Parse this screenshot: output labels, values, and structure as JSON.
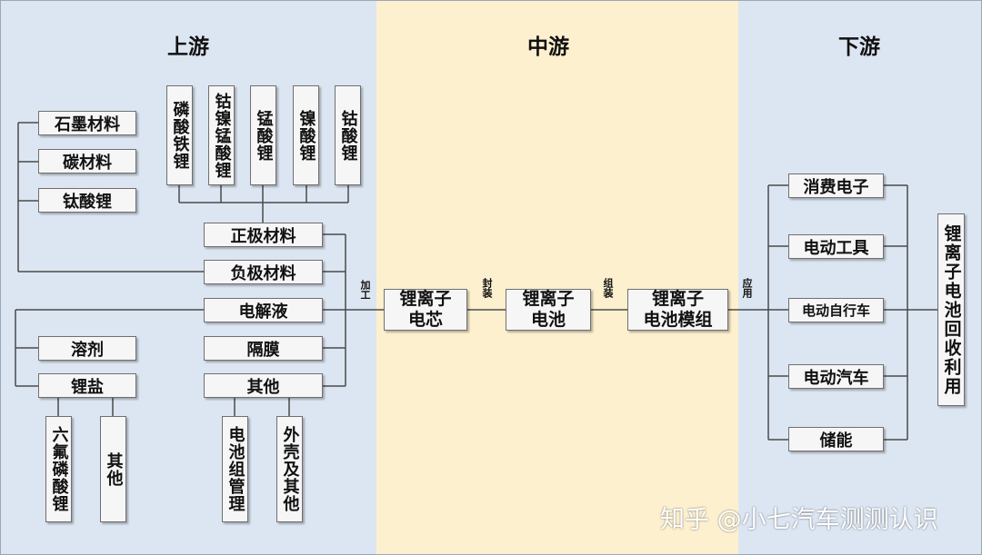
{
  "sections": {
    "upstream": "上游",
    "midstream": "中游",
    "downstream": "下游"
  },
  "upstream": {
    "cathode_subs": [
      "磷酸铁锂",
      "钴镍锰酸锂",
      "锰酸锂",
      "镍酸锂",
      "钴酸锂"
    ],
    "anode_subs": [
      "石墨材料",
      "碳材料",
      "钛酸锂"
    ],
    "electrolyte_subs": {
      "solvent": "溶剂",
      "lithium_salt": "锂盐"
    },
    "salt_subs": [
      "六氟磷酸锂",
      "其他"
    ],
    "categories": {
      "cathode": "正极材料",
      "anode": "负极材料",
      "electrolyte": "电解液",
      "separator": "隔膜",
      "other": "其他"
    },
    "other_subs": [
      "电池组管理",
      "外壳及其他"
    ]
  },
  "midstream": {
    "cell": "锂离子\n电芯",
    "battery": "锂离子\n电池",
    "module": "锂离子\n电池模组",
    "arrows": {
      "process": "加工",
      "package": "封装",
      "assemble": "组装",
      "apply": "应用"
    }
  },
  "downstream": {
    "applications": [
      "消费电子",
      "电动工具",
      "电动自行车",
      "电动汽车",
      "储能"
    ],
    "recycling": "锂离子电池回收利用"
  },
  "watermark": "知乎 @小七汽车测测认识"
}
